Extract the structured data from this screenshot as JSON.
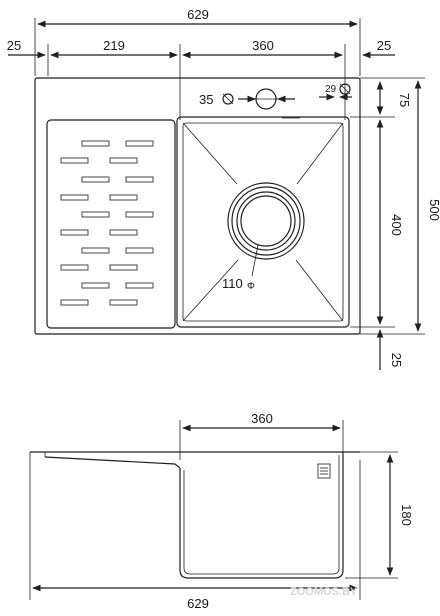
{
  "top_view": {
    "dims": {
      "overall_width": "629",
      "left_margin": "25",
      "drainboard_width": "219",
      "bowl_width": "360",
      "right_margin": "25",
      "top_margin": "75",
      "overall_depth": "500",
      "bowl_depth": "400",
      "bottom_margin": "25",
      "overflow_size": "35",
      "tap_hole_size": "29",
      "drain_size": "110"
    },
    "glyphs": {
      "diameter": "Φ"
    }
  },
  "side_view": {
    "dims": {
      "bowl_width": "360",
      "bowl_height": "180",
      "overall_width": "629"
    }
  },
  "watermark": "ZOOMOS.BY",
  "colors": {
    "line": "#1f1f1f",
    "background": "#ffffff",
    "watermark": "#d6d6d6"
  }
}
